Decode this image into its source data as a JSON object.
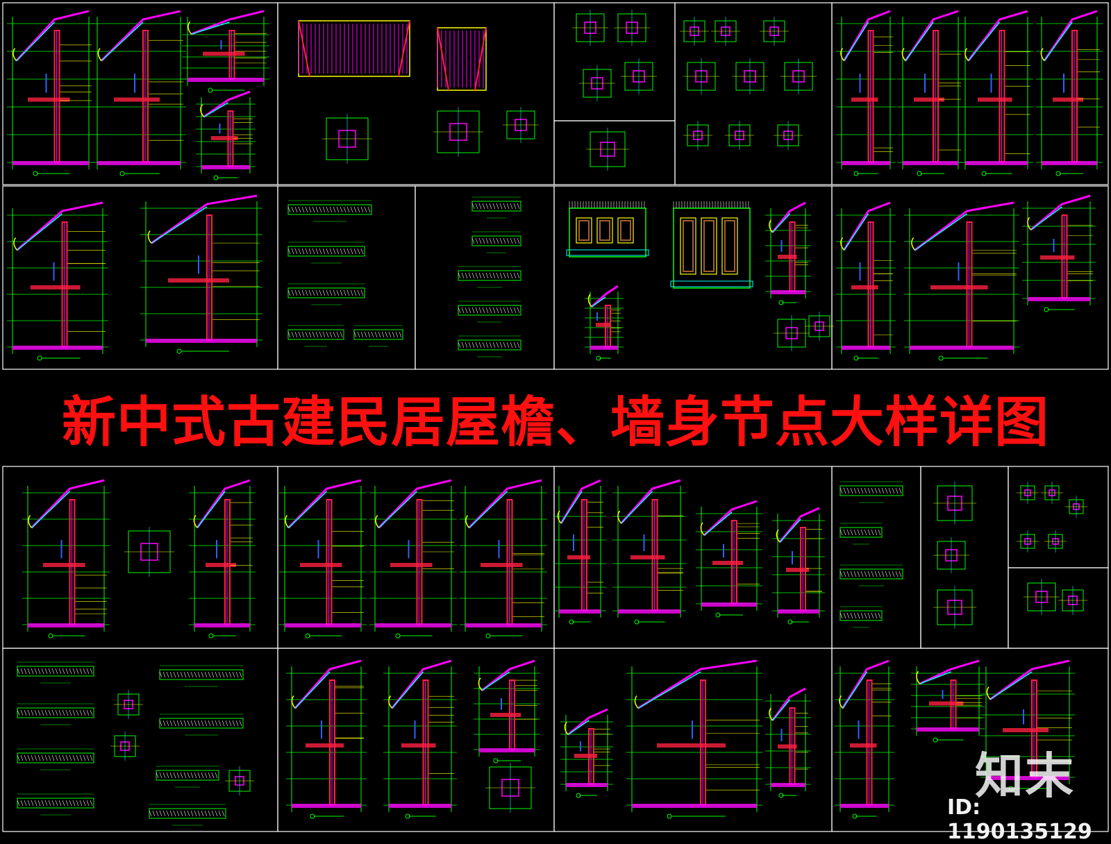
{
  "title": "新中式古建民居屋檐、墙身节点大样详图",
  "watermark": {
    "logo_text": "知末",
    "id_text": "ID: 1190135129"
  },
  "colors": {
    "background": "#000000",
    "title": "#ff1010",
    "frame": "#ffffff",
    "line_green": "#00ff00",
    "line_red": "#ff2040",
    "line_magenta": "#ff00ff",
    "line_yellow": "#ffff00",
    "line_cyan": "#00ffff",
    "line_blue": "#3060ff"
  }
}
